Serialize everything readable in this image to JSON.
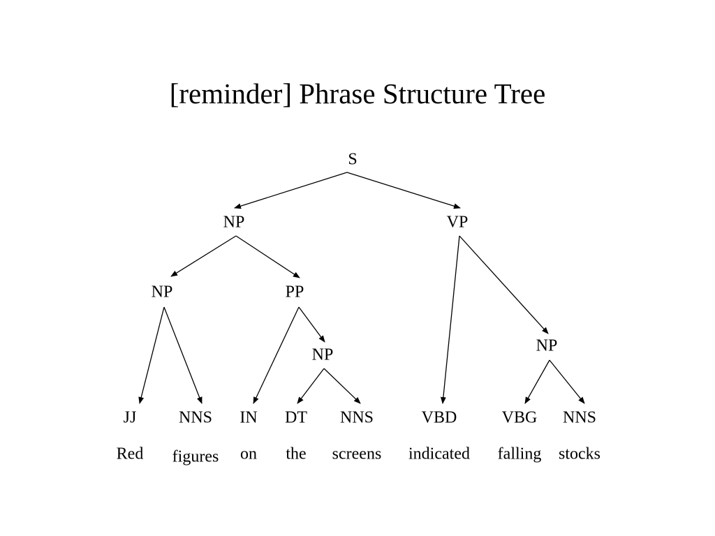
{
  "slide": {
    "title": "[reminder] Phrase Structure Tree"
  },
  "tree": {
    "nodes": [
      {
        "id": "s",
        "label": "S"
      },
      {
        "id": "np1",
        "label": "NP"
      },
      {
        "id": "vp",
        "label": "VP"
      },
      {
        "id": "np2",
        "label": "NP"
      },
      {
        "id": "pp",
        "label": "PP"
      },
      {
        "id": "np3",
        "label": "NP"
      },
      {
        "id": "np4",
        "label": "NP"
      },
      {
        "id": "jj",
        "label": "JJ"
      },
      {
        "id": "nns1",
        "label": "NNS"
      },
      {
        "id": "in",
        "label": "IN"
      },
      {
        "id": "dt",
        "label": "DT"
      },
      {
        "id": "nns2",
        "label": "NNS"
      },
      {
        "id": "vbd",
        "label": "VBD"
      },
      {
        "id": "vbg",
        "label": "VBG"
      },
      {
        "id": "nns3",
        "label": "NNS"
      }
    ],
    "edges": [
      {
        "from": "s",
        "to": "np1"
      },
      {
        "from": "s",
        "to": "vp"
      },
      {
        "from": "np1",
        "to": "np2"
      },
      {
        "from": "np1",
        "to": "pp"
      },
      {
        "from": "np2",
        "to": "jj"
      },
      {
        "from": "np2",
        "to": "nns1"
      },
      {
        "from": "pp",
        "to": "in"
      },
      {
        "from": "pp",
        "to": "np3"
      },
      {
        "from": "np3",
        "to": "dt"
      },
      {
        "from": "np3",
        "to": "nns2"
      },
      {
        "from": "vp",
        "to": "vbd"
      },
      {
        "from": "vp",
        "to": "np4"
      },
      {
        "from": "np4",
        "to": "vbg"
      },
      {
        "from": "np4",
        "to": "nns3"
      }
    ],
    "words": [
      {
        "id": "w-red",
        "tag": "jj",
        "text": "Red"
      },
      {
        "id": "w-figures",
        "tag": "nns1",
        "text": "figures"
      },
      {
        "id": "w-on",
        "tag": "in",
        "text": "on"
      },
      {
        "id": "w-the",
        "tag": "dt",
        "text": "the"
      },
      {
        "id": "w-screens",
        "tag": "nns2",
        "text": "screens"
      },
      {
        "id": "w-indicated",
        "tag": "vbd",
        "text": "indicated"
      },
      {
        "id": "w-falling",
        "tag": "vbg",
        "text": "falling"
      },
      {
        "id": "w-stocks",
        "tag": "nns3",
        "text": "stocks"
      }
    ]
  }
}
